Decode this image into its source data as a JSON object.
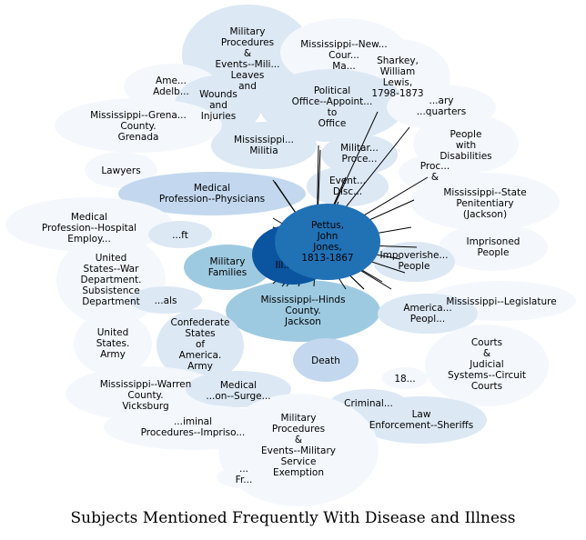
{
  "caption": "Subjects Mentioned Frequently With Disease and Illness",
  "colors": {
    "lightest": "#f4f8fd",
    "light": "#dce8f4",
    "mid": "#c3d8ee",
    "medium": "#9ecae1",
    "dark": "#2171b5",
    "darkest": "#0a54a0",
    "edge": "#000000"
  },
  "center": {
    "label": "Pettus, John Jones, 1813-1867",
    "hidden_label": "Ill..."
  },
  "nodes": [
    {
      "id": "mil-proc-leaves",
      "label": "Military Procedures & Events--Military Leaves and...",
      "shade": "light"
    },
    {
      "id": "ms-newspapers",
      "label": "Mississippi--Newspapers Court Martial...",
      "shade": "lightest"
    },
    {
      "id": "sharkey",
      "label": "Sharkey, William Lewis, 1798-1873",
      "shade": "lightest"
    },
    {
      "id": "amer-adelb",
      "label": "American ... Adelbert...",
      "shade": "lightest"
    },
    {
      "id": "wounds",
      "label": "Wounds and Injuries",
      "shade": "light"
    },
    {
      "id": "political",
      "label": "Political Office--Appointment to Office",
      "shade": "light"
    },
    {
      "id": "mil-hq",
      "label": "Military Headquarters",
      "shade": "lightest"
    },
    {
      "id": "grenada",
      "label": "Mississippi--Grenada County. Grenada",
      "shade": "lightest"
    },
    {
      "id": "ms-militia",
      "label": "Mississippi--Militia",
      "shade": "light"
    },
    {
      "id": "military-proc",
      "label": "Military Procedures",
      "shade": "light"
    },
    {
      "id": "disabilities",
      "label": "People with Disabilities",
      "shade": "lightest"
    },
    {
      "id": "lawyers",
      "label": "Lawyers",
      "shade": "lightest"
    },
    {
      "id": "proc-events",
      "label": "Procedures & Events...",
      "shade": "lightest"
    },
    {
      "id": "events-disc",
      "label": "Events--Discipline...",
      "shade": "light"
    },
    {
      "id": "physicians",
      "label": "Medical Profession--Physicians",
      "shade": "mid"
    },
    {
      "id": "penitentiary",
      "label": "Mississippi--State Penitentiary (Jackson)",
      "shade": "lightest"
    },
    {
      "id": "hospital-emp",
      "label": "Medical Profession--Hospital Employees",
      "shade": "lightest"
    },
    {
      "id": "left-hidden",
      "label": "...ft",
      "shade": "light"
    },
    {
      "id": "imprisoned",
      "label": "Imprisoned People",
      "shade": "lightest"
    },
    {
      "id": "war-dept",
      "label": "United States--War Department. Subsistence Department",
      "shade": "lightest"
    },
    {
      "id": "mil-families",
      "label": "Military Families",
      "shade": "medium"
    },
    {
      "id": "impoverished",
      "label": "Impoverished People",
      "shade": "light"
    },
    {
      "id": "legislature",
      "label": "Mississippi--Legislature",
      "shade": "lightest"
    },
    {
      "id": "hinds",
      "label": "Mississippi--Hinds County. Jackson",
      "shade": "medium"
    },
    {
      "id": "hospitals",
      "label": "...Hospitals",
      "shade": "light"
    },
    {
      "id": "american-people",
      "label": "American... People",
      "shade": "light"
    },
    {
      "id": "us-army",
      "label": "United States. Army",
      "shade": "lightest"
    },
    {
      "id": "confederate",
      "label": "Confederate States of America. Army",
      "shade": "light"
    },
    {
      "id": "circuit-courts",
      "label": "Courts & Judicial Systems--Circuit Courts",
      "shade": "lightest"
    },
    {
      "id": "death",
      "label": "Death",
      "shade": "mid"
    },
    {
      "id": "warren",
      "label": "Mississippi--Warren County. Vicksburg",
      "shade": "lightest"
    },
    {
      "id": "surgeons",
      "label": "Medical Profession--Surgeons",
      "shade": "light"
    },
    {
      "id": "eighteen",
      "label": "18...",
      "shade": "lightest"
    },
    {
      "id": "criminal-mid",
      "label": "Criminal...",
      "shade": "light"
    },
    {
      "id": "sheriffs",
      "label": "Law Enforcement--Sheriffs",
      "shade": "light"
    },
    {
      "id": "criminal-imprison",
      "label": "Criminal Procedures--Imprisonment",
      "shade": "lightest"
    },
    {
      "id": "mil-exemption",
      "label": "Military Procedures & Events--Military Service Exemption",
      "shade": "lightest"
    },
    {
      "id": "fr-hidden",
      "label": "Fr...",
      "shade": "lightest"
    }
  ]
}
